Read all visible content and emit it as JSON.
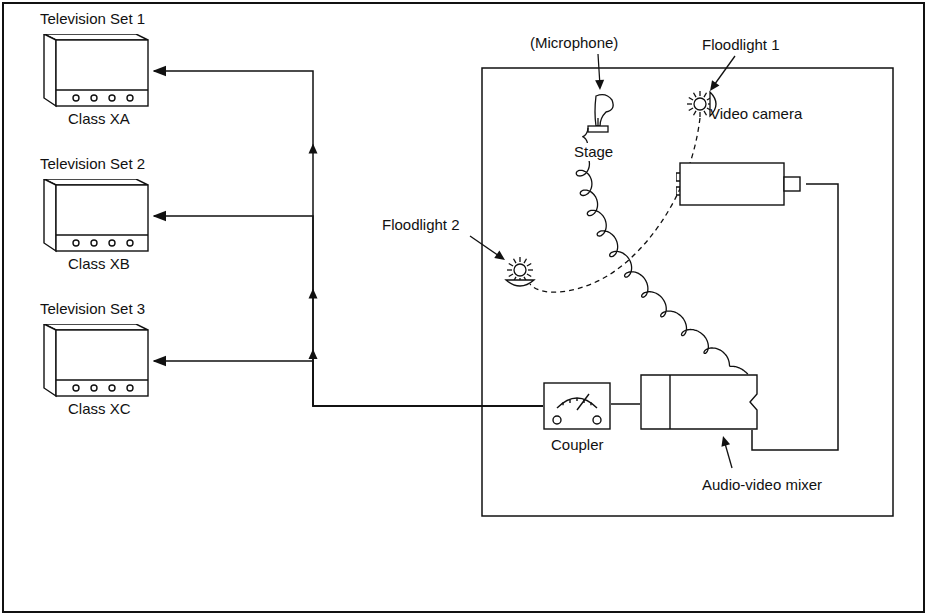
{
  "diagram": {
    "nodes": [
      {
        "text": [
          "Television Set 1",
          "Class XA"
        ]
      },
      {
        "text": [
          "Television Set 2",
          "Class XB"
        ]
      },
      {
        "text": [
          "Television Set 3",
          "Class XC"
        ]
      },
      {
        "text": [
          "Video camera"
        ]
      },
      {
        "text": [
          "Coupler"
        ]
      },
      {
        "text": [
          "Audio-video mixer"
        ]
      }
    ],
    "edges": [
      {
        "from": 4,
        "to": 0,
        "arrow": "to"
      },
      {
        "from": 4,
        "to": 1,
        "arrow": "to"
      },
      {
        "from": 4,
        "to": 2,
        "arrow": "to"
      },
      {
        "from": 3,
        "to": 5,
        "arrow": "none"
      },
      {
        "from": 5,
        "to": 4,
        "arrow": "none"
      }
    ],
    "labels": [
      "(Microphone)",
      "Floodlight 1",
      "Floodlight 2",
      "Stage"
    ]
  }
}
